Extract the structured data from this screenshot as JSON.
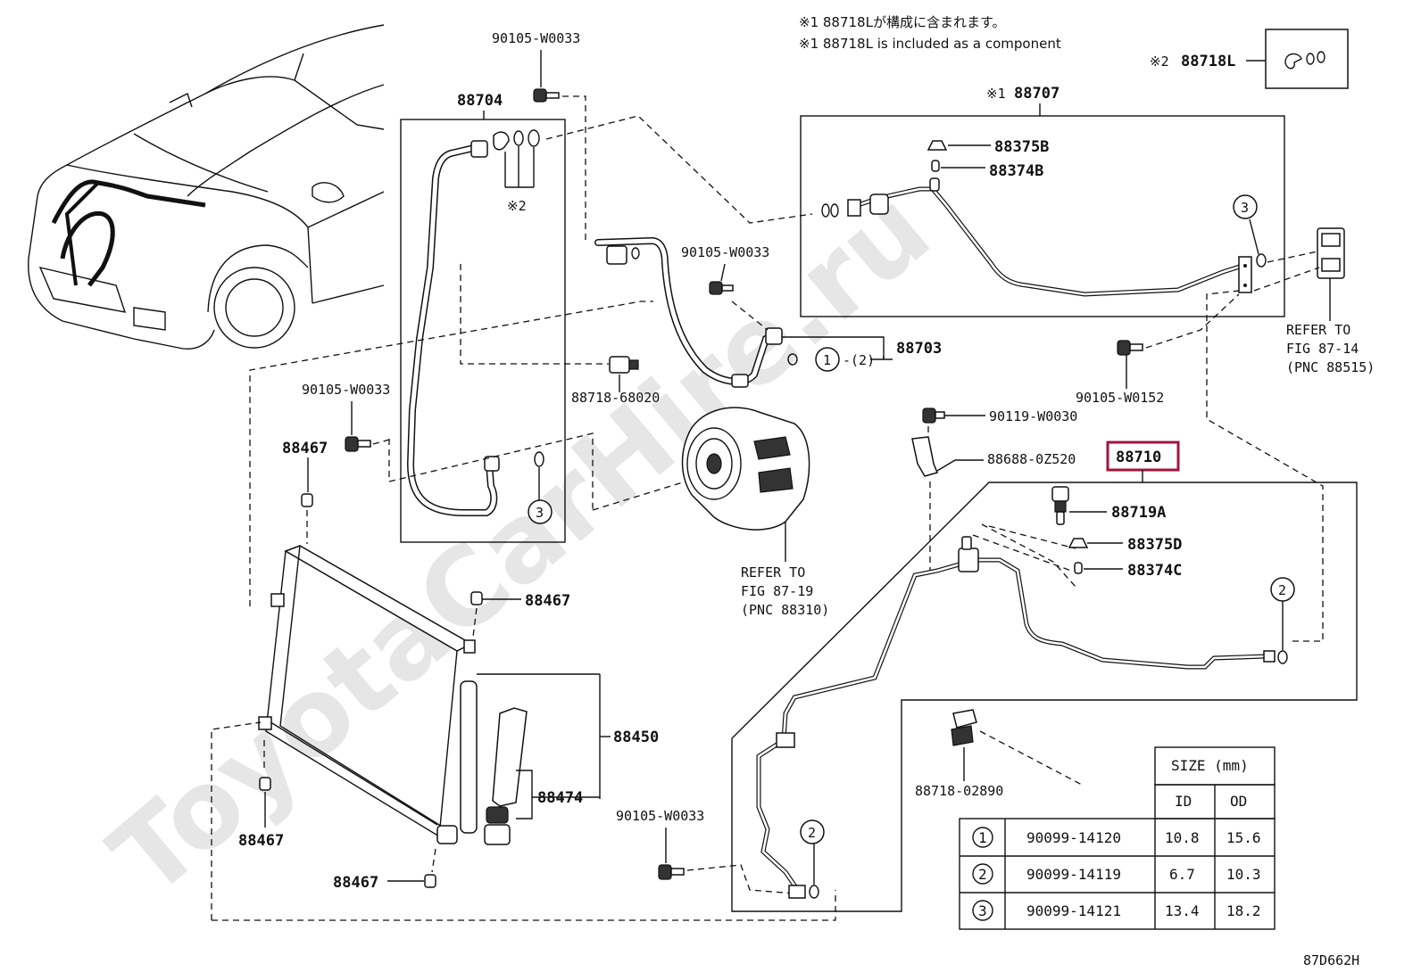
{
  "notes": {
    "jp": "※1 88718Lが構成に含まれます。",
    "en": "※1 88718L is included as a component"
  },
  "watermark": "ToyotaCarHire.ru",
  "diagram_id": "87D662H",
  "labels": {
    "p88718L_mark": "※2",
    "p88718L": "88718L",
    "p88707_mark": "※1",
    "p88707": "88707",
    "p88375B": "88375B",
    "p88374B": "88374B",
    "p88704": "88704",
    "mark2": "※2",
    "bolt_top": "90105-W0033",
    "bolt_mid": "90105-W0033",
    "bolt_left": "90105-W0033",
    "bolt_bottom": "90105-W0033",
    "p88703": "88703",
    "p88703_ref1": "1",
    "p88703_ref2": "-(2)",
    "clamp_68020": "88718-68020",
    "bolt_0152": "90105-W0152",
    "bolt_0030": "90119-W0030",
    "bracket_0Z520": "88688-0Z520",
    "p88710": "88710",
    "p88719A": "88719A",
    "p88375D": "88375D",
    "p88374C": "88374C",
    "p88467_a": "88467",
    "p88467_b": "88467",
    "p88467_c": "88467",
    "p88467_d": "88467",
    "p88450": "88450",
    "p88474": "88474",
    "clamp_02890": "88718-02890",
    "ring3_a": "3",
    "ring3_b": "3",
    "ring2_a": "2",
    "ring2_b": "2"
  },
  "refs": {
    "compressor": [
      "REFER TO",
      "FIG 87-19",
      "(PNC 88310)"
    ],
    "valve": [
      "REFER TO",
      "FIG 87-14",
      "(PNC 88515)"
    ]
  },
  "size_table": {
    "title": "SIZE (mm)",
    "col_id": "ID",
    "col_od": "OD",
    "rows": [
      {
        "ref": "1",
        "part": "90099-14120",
        "id": "10.8",
        "od": "15.6"
      },
      {
        "ref": "2",
        "part": "90099-14119",
        "id": "6.7",
        "od": "10.3"
      },
      {
        "ref": "3",
        "part": "90099-14121",
        "id": "13.4",
        "od": "18.2"
      }
    ]
  },
  "colors": {
    "highlight": "#a0153e",
    "line": "#111111",
    "watermark": "#e6e6e6"
  }
}
